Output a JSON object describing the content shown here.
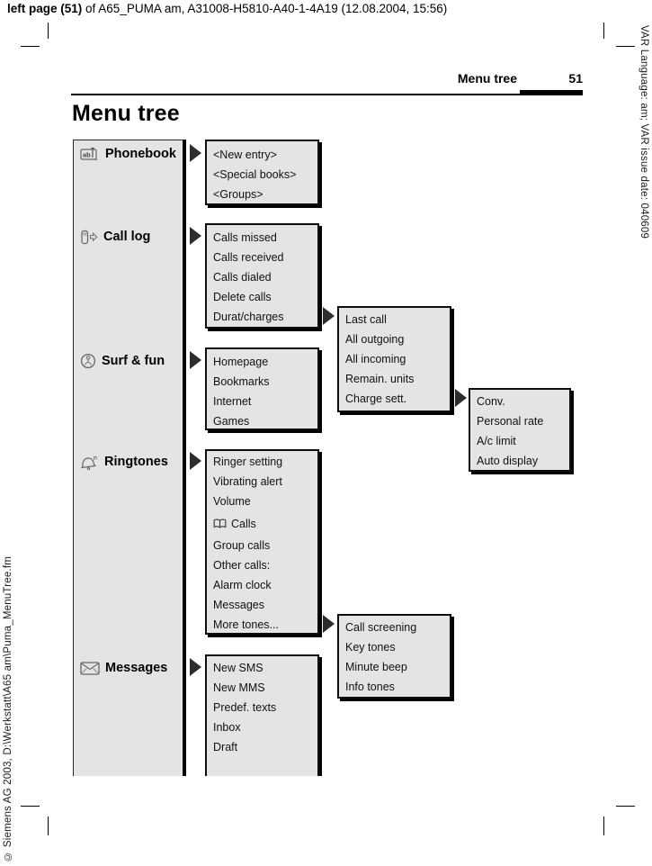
{
  "header": {
    "doc_line_bold": "left page (51)",
    "doc_line_rest": " of A65_PUMA am, A31008-H5810-A40-1-4A19 (12.08.2004, 15:56)",
    "running_title": "Menu tree",
    "page_number": "51"
  },
  "margins": {
    "left_text": "© Siemens AG 2003, D:\\Werkstatt\\A65 am\\Puma_MenuTree.fm",
    "right_text": "VAR Language: am; VAR issue date: 040609"
  },
  "title": "Menu tree",
  "tree": {
    "categories": [
      {
        "label": "Phonebook",
        "icon": "phonebook-icon"
      },
      {
        "label": "Call log",
        "icon": "call-log-icon"
      },
      {
        "label": "Surf & fun",
        "icon": "globe-icon"
      },
      {
        "label": "Ringtones",
        "icon": "bell-icon"
      },
      {
        "label": "Messages",
        "icon": "envelope-icon"
      }
    ],
    "phonebook_menu": {
      "items": [
        "<New entry>",
        "<Special books>",
        "<Groups>"
      ]
    },
    "call_log_menu": {
      "items": [
        "Calls missed",
        "Calls received",
        "Calls dialed",
        "Delete calls",
        "Durat/charges"
      ]
    },
    "surf_fun_menu": {
      "items": [
        "Homepage",
        "Bookmarks",
        "Internet",
        "Games"
      ]
    },
    "ringtones_menu": {
      "items_before": [
        "Ringer setting",
        "Vibrating alert",
        "Volume"
      ],
      "calls_item": "Calls",
      "calls_icon": "open-book-icon",
      "items_after": [
        "Group calls",
        "Other calls:",
        "Alarm clock",
        "Messages",
        "More tones..."
      ]
    },
    "messages_menu": {
      "items": [
        "New SMS",
        "New MMS",
        "Predef. texts",
        "Inbox",
        "Draft"
      ]
    },
    "durat_charges_menu": {
      "items": [
        "Last call",
        "All outgoing",
        "All incoming",
        "Remain. units",
        "Charge sett."
      ]
    },
    "charge_sett_menu": {
      "items": [
        "Conv.",
        "Personal rate",
        "A/c limit",
        "Auto display"
      ]
    },
    "more_tones_menu": {
      "items": [
        "Call screening",
        "Key tones",
        "Minute beep",
        "Info tones"
      ]
    }
  },
  "colors": {
    "box_fill": "#e4e4e4",
    "box_border": "#0d0d0d",
    "arrow": "#2d2d2d",
    "text": "#000000"
  }
}
